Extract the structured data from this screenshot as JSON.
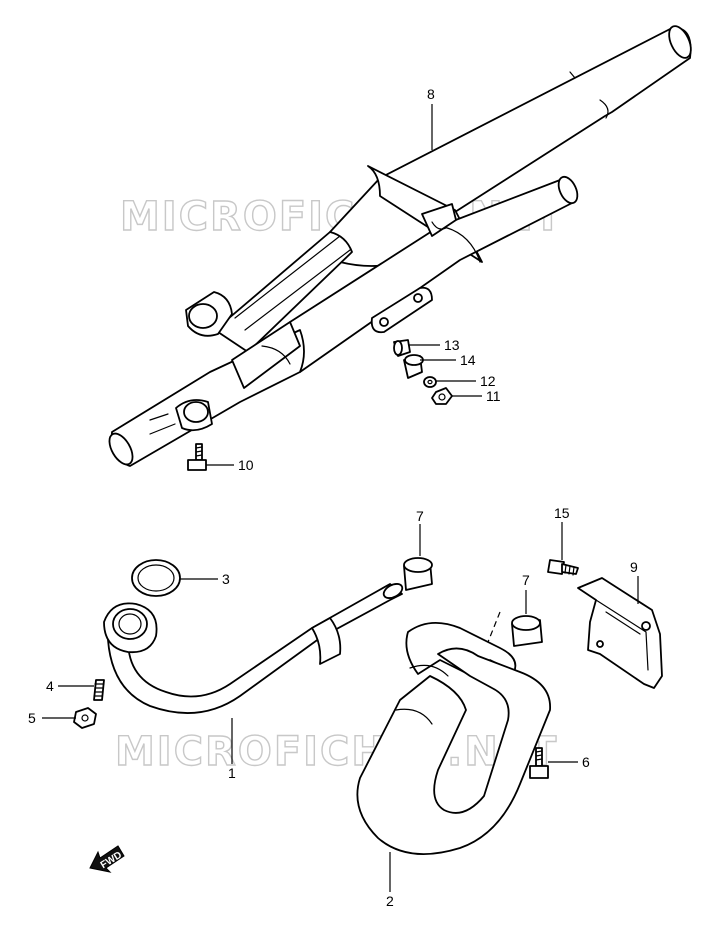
{
  "watermark": "MICROFICHES.NET",
  "direction_label": "FWD",
  "callouts": [
    "1",
    "2",
    "3",
    "4",
    "5",
    "6",
    "7",
    "7",
    "8",
    "9",
    "10",
    "11",
    "12",
    "13",
    "14",
    "15"
  ],
  "colors": {
    "line": "#000000",
    "paper": "#ffffff",
    "watermark": "#c8c8c8"
  },
  "icons": [
    "fwd-arrow-icon"
  ]
}
